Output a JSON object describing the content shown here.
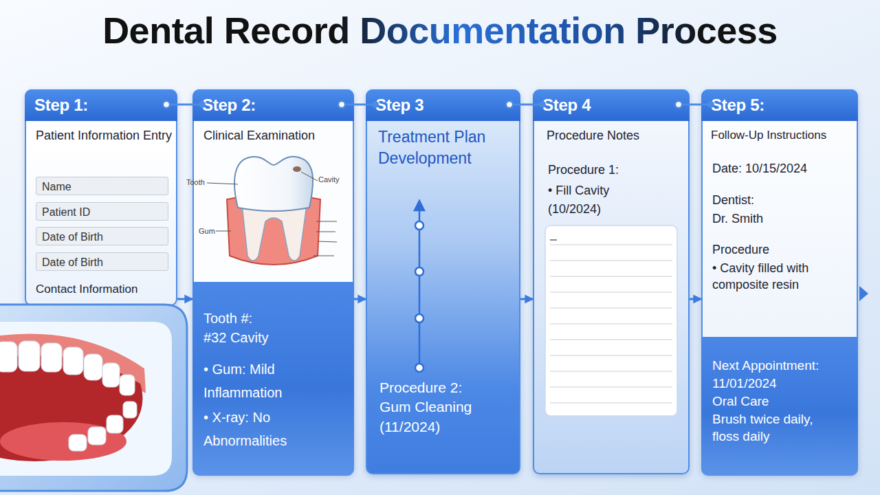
{
  "diagram": {
    "title": "Dental Record Documentation Process",
    "nodes": [
      {
        "text": [
          "Step 1:",
          "Patient Information Entry",
          "Contact Information"
        ]
      },
      {
        "text": [
          "Name"
        ],
        "in": 0
      },
      {
        "text": [
          "Patient ID"
        ],
        "in": 0
      },
      {
        "text": [
          "Date of Birth"
        ],
        "in": 0
      },
      {
        "text": [
          "Date of Birth"
        ],
        "in": 0
      },
      {
        "text": [
          "Step 2:",
          "Clinical Examination"
        ]
      },
      {
        "text": [
          "Tooth #:",
          "#32 Cavity",
          "• Gum: Mild Inflammation",
          "• X-ray: No Abnormalities"
        ],
        "in": 5
      },
      {
        "text": [
          "Step 3",
          "Treatment Plan Development",
          "Procedure 2: Gum Cleaning (11/2024)"
        ]
      },
      {
        "text": [
          "Step 4",
          "Procedure Notes",
          "Procedure 1:",
          "• Fill Cavity (10/2024)"
        ]
      },
      {
        "text": [
          "Step 5:",
          "Follow-Up Instructions",
          "Date: 10/15/2024",
          "Dentist:",
          "Dr. Smith",
          "Procedure",
          "• Cavity filled with composite resin"
        ]
      },
      {
        "text": [
          "Next Appointment:",
          "11/01/2024",
          "Oral Care",
          "Brush twice daily, floss daily"
        ],
        "in": 9
      }
    ],
    "edges": [
      {
        "from": 0,
        "to": 5,
        "arrow": "to"
      },
      {
        "from": 5,
        "to": 7,
        "arrow": "to"
      },
      {
        "from": 7,
        "to": 8,
        "arrow": "to"
      },
      {
        "from": 8,
        "to": 9,
        "arrow": "to"
      }
    ],
    "labels": [
      "Tooth",
      "Cavity",
      "Gum"
    ]
  }
}
